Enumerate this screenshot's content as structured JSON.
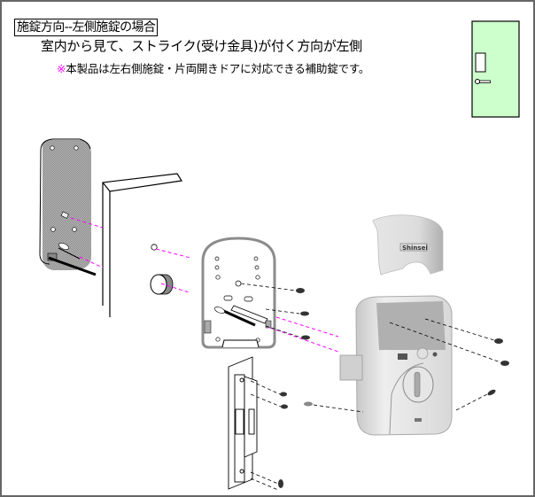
{
  "heading": {
    "title": "施錠方向--左側施錠の場合",
    "description": "室内から見て、ストライク(受け金具)が付く方向が左側",
    "note_mark": "※",
    "note": "本製品は左右側施錠・片両開きドアに対応できる補助錠です。"
  },
  "colors": {
    "door_fill": "#ccffcc",
    "guide_line": "#ff00ff",
    "screw_line": "#000000",
    "frame_border": "#666666",
    "note_mark": "#ff00ff"
  },
  "illustration": {
    "door_icon": "door-with-handle-left",
    "cover_brand": "Shinsei",
    "parts": [
      "inner-mounting-plate",
      "door-edge",
      "bolt-pin",
      "cylinder-collar",
      "base-plate",
      "cover",
      "lock-body",
      "strike-plate",
      "screws"
    ]
  }
}
